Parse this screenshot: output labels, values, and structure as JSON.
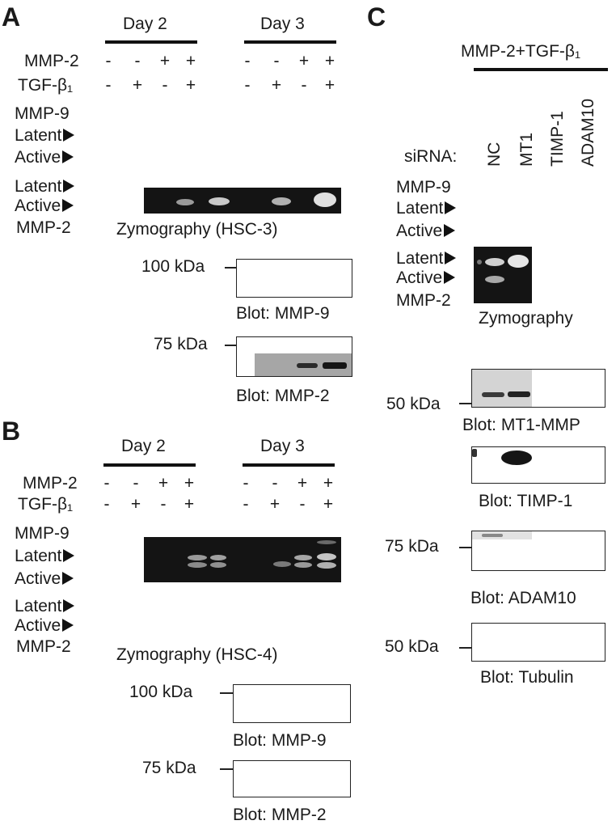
{
  "panelA": {
    "letter": "A",
    "day2": "Day 2",
    "day3": "Day 3",
    "row_mmp2": "MMP-2",
    "row_tgf": "TGF-β₁",
    "mmp2_signs": [
      "-",
      "-",
      "+",
      "+",
      "-",
      "-",
      "+",
      "+"
    ],
    "tgf_signs": [
      "-",
      "+",
      "-",
      "+",
      "-",
      "+",
      "-",
      "+"
    ],
    "mmp9": "MMP-9",
    "latent": "Latent",
    "active": "Active",
    "latent2": "Latent",
    "active2": "Active",
    "mmp2": "MMP-2",
    "zymo_label": "Zymography (HSC-3)",
    "kda100": "100 kDa",
    "blot_mmp9": "Blot: MMP-9",
    "kda75": "75 kDa",
    "blot_mmp2": "Blot: MMP-2"
  },
  "panelB": {
    "letter": "B",
    "day2": "Day 2",
    "day3": "Day 3",
    "row_mmp2": "MMP-2",
    "row_tgf": "TGF-β₁",
    "mmp2_signs": [
      "-",
      "-",
      "+",
      "+",
      "-",
      "-",
      "+",
      "+"
    ],
    "tgf_signs": [
      "-",
      "+",
      "-",
      "+",
      "-",
      "+",
      "-",
      "+"
    ],
    "mmp9": "MMP-9",
    "latent": "Latent",
    "active": "Active",
    "latent2": "Latent",
    "active2": "Active",
    "mmp2": "MMP-2",
    "zymo_label": "Zymography (HSC-4)",
    "kda100": "100 kDa",
    "blot_mmp9": "Blot: MMP-9",
    "kda75": "75 kDa",
    "blot_mmp2": "Blot: MMP-2"
  },
  "panelC": {
    "letter": "C",
    "treatment": "MMP-2+TGF-β₁",
    "sirna": "siRNA:",
    "lanes": [
      "NC",
      "MT1",
      "TIMP-1",
      "ADAM10"
    ],
    "mmp9": "MMP-9",
    "latent": "Latent",
    "active": "Active",
    "latent2": "Latent",
    "active2": "Active",
    "mmp2": "MMP-2",
    "zymo_label": "Zymography",
    "kda50a": "50 kDa",
    "blot_mt1": "Blot: MT1-MMP",
    "blot_timp": "Blot: TIMP-1",
    "kda75": "75 kDa",
    "blot_adam": "Blot: ADAM10",
    "kda50b": "50 kDa",
    "blot_tub": "Blot: Tubulin"
  }
}
